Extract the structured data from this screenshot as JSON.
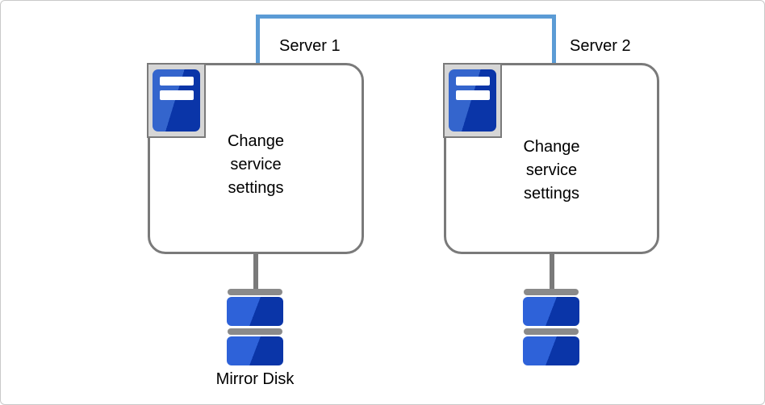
{
  "diagram": {
    "servers": [
      {
        "label": "Server 1",
        "service_text_lines": [
          "Change",
          "service",
          "settings"
        ],
        "disk_label": "Mirror Disk"
      },
      {
        "label": "Server 2",
        "service_text_lines": [
          "Change",
          "service",
          "settings"
        ],
        "disk_label": ""
      }
    ],
    "colors": {
      "interconnect_blue": "#5b9bd5",
      "outline_gray": "#7a7a7a",
      "icon_frame_gray": "#d6d6d6",
      "server_blue_light": "#3465cd",
      "server_blue_dark": "#0a35a8",
      "disk_blue_light": "#2e62d9",
      "disk_blue_dark": "#0a35a8",
      "disk_cap_gray": "#8a8a8a"
    }
  }
}
